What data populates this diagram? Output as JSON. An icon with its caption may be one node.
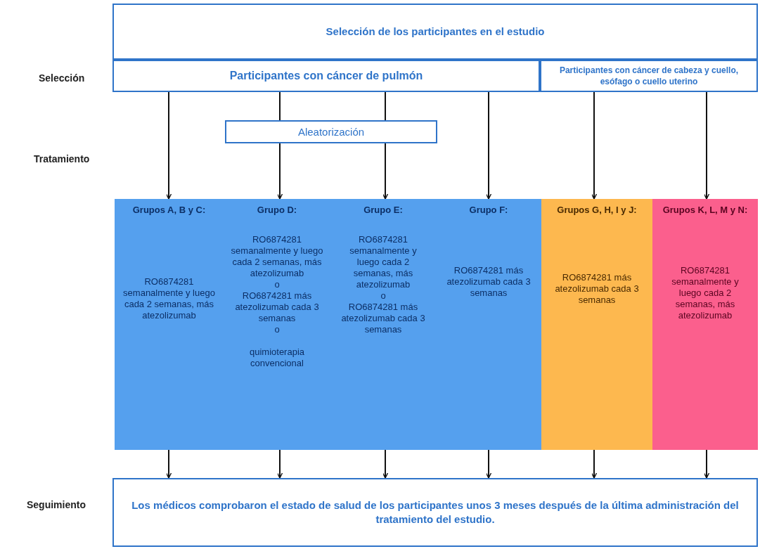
{
  "diagram": {
    "nodes": [
      {
        "text": [
          "Selección de los participantes en el estudio"
        ]
      },
      {
        "text": [
          "Participantes con cáncer de pulmón"
        ]
      },
      {
        "text": [
          "Participantes con cáncer de cabeza y cuello, esófago o cuello uterino"
        ]
      },
      {
        "text": [
          "Aleatorización"
        ]
      },
      {
        "text": [
          "Grupos A, B y C:",
          "RO6874281 semanalmente y luego cada 2 semanas, más atezolizumab"
        ]
      },
      {
        "text": [
          "Grupo D:",
          "RO6874281 semanalmente y luego cada 2 semanas, más atezolizumab",
          "o",
          "RO6874281 más atezolizumab cada 3 semanas",
          "o",
          "quimioterapia convencional"
        ]
      },
      {
        "text": [
          "Grupo E:",
          "RO6874281 semanalmente y luego cada 2 semanas, más atezolizumab",
          "o",
          "RO6874281 más atezolizumab cada 3 semanas"
        ]
      },
      {
        "text": [
          "Grupo F:",
          "RO6874281 más atezolizumab cada 3 semanas"
        ]
      },
      {
        "text": [
          "Grupos G, H, I y J:",
          "RO6874281 más atezolizumab cada 3 semanas"
        ]
      },
      {
        "text": [
          "Grupos K, L, M y N:",
          "RO6874281 semanalmente y luego cada 2 semanas, más atezolizumab"
        ]
      },
      {
        "text": [
          "Los médicos comprobaron el estado de salud de los participantes unos 3 meses después de la última administración del tratamiento del estudio."
        ]
      }
    ],
    "edges": [
      {
        "from": 1,
        "to": 4,
        "arrow": "to"
      },
      {
        "from": 1,
        "to": 3,
        "arrow": "none"
      },
      {
        "from": 3,
        "to": 5,
        "arrow": "to"
      },
      {
        "from": 1,
        "to": 3,
        "arrow": "none"
      },
      {
        "from": 3,
        "to": 6,
        "arrow": "to"
      },
      {
        "from": 1,
        "to": 7,
        "arrow": "to"
      },
      {
        "from": 2,
        "to": 8,
        "arrow": "to"
      },
      {
        "from": 2,
        "to": 9,
        "arrow": "to"
      },
      {
        "from": 4,
        "to": 10,
        "arrow": "to"
      },
      {
        "from": 5,
        "to": 10,
        "arrow": "to"
      },
      {
        "from": 6,
        "to": 10,
        "arrow": "to"
      },
      {
        "from": 7,
        "to": 10,
        "arrow": "to"
      },
      {
        "from": 8,
        "to": 10,
        "arrow": "to"
      },
      {
        "from": 9,
        "to": 10,
        "arrow": "to"
      }
    ],
    "labels": [
      "Selección",
      "Tratamiento",
      "Seguimiento"
    ]
  }
}
